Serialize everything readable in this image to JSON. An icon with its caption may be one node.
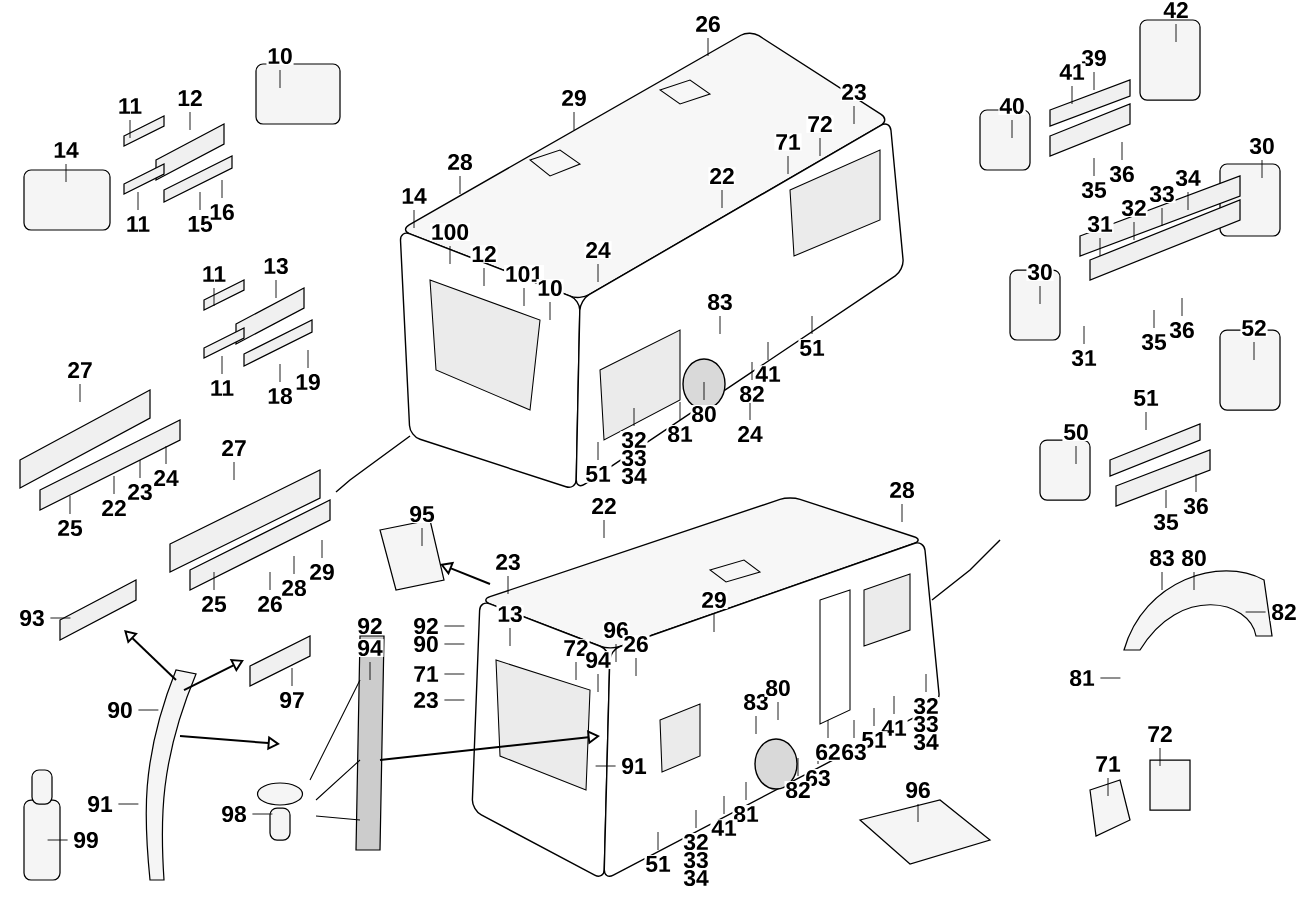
{
  "diagram": {
    "labels": [
      "10",
      "11",
      "12",
      "14",
      "11",
      "15",
      "16",
      "11",
      "13",
      "11",
      "18",
      "19",
      "27",
      "22",
      "23",
      "24",
      "25",
      "27",
      "25",
      "26",
      "28",
      "29",
      "93",
      "97",
      "90",
      "92",
      "94",
      "91",
      "98",
      "99",
      "26",
      "29",
      "28",
      "14",
      "100",
      "12",
      "101",
      "10",
      "24",
      "22",
      "71",
      "72",
      "23",
      "83",
      "41",
      "82",
      "80",
      "51",
      "81",
      "24",
      "32",
      "33",
      "34",
      "51",
      "22",
      "28",
      "95",
      "23",
      "13",
      "92",
      "90",
      "71",
      "23",
      "72",
      "94",
      "96",
      "26",
      "29",
      "83",
      "80",
      "91",
      "32",
      "33",
      "34",
      "41",
      "51",
      "62",
      "63",
      "63",
      "82",
      "81",
      "41",
      "51",
      "32",
      "33",
      "34",
      "96",
      "42",
      "39",
      "41",
      "40",
      "35",
      "36",
      "30",
      "34",
      "33",
      "32",
      "31",
      "30",
      "35",
      "36",
      "31",
      "52",
      "51",
      "50",
      "35",
      "36",
      "83",
      "80",
      "82",
      "81",
      "72",
      "71"
    ]
  }
}
